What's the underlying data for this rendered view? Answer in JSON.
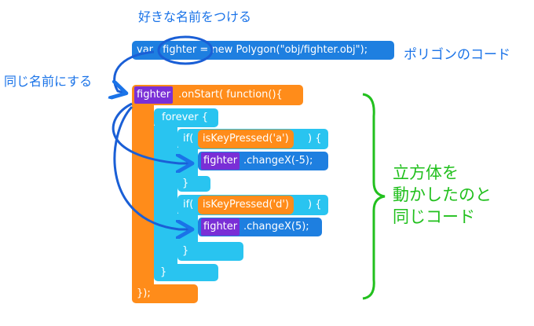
{
  "labels": {
    "name_hint": "好きな名前をつける",
    "same_name": "同じ名前にする",
    "polygon_code": "ポリゴンのコード",
    "same_code_lines": [
      "立方体を",
      "動かしたのと",
      "同じコード"
    ]
  },
  "code": {
    "var_prefix": "var",
    "var_name": "fighter",
    "decl_rest": " = new Polygon(\"obj/fighter.obj\");",
    "onstart_obj": "fighter",
    "onstart_rest": ".onStart(  function(){",
    "forever": "forever {",
    "if_open": "if(",
    "cond_a": "isKeyPressed('a')",
    "cond_d": "isKeyPressed('d')",
    "if_close": ") {",
    "obj1": "fighter",
    "call1": ".changeX(-5);",
    "obj2": "fighter",
    "call2": ".changeX(5);",
    "brace": "}",
    "end": "});"
  },
  "colors": {
    "orange": "#ff8c1a",
    "sky": "#29c4f0",
    "blue": "#1e7fe0",
    "purple": "#7a2fd6",
    "annot_blue": "#1a73e8",
    "annot_green": "#22c01e"
  }
}
